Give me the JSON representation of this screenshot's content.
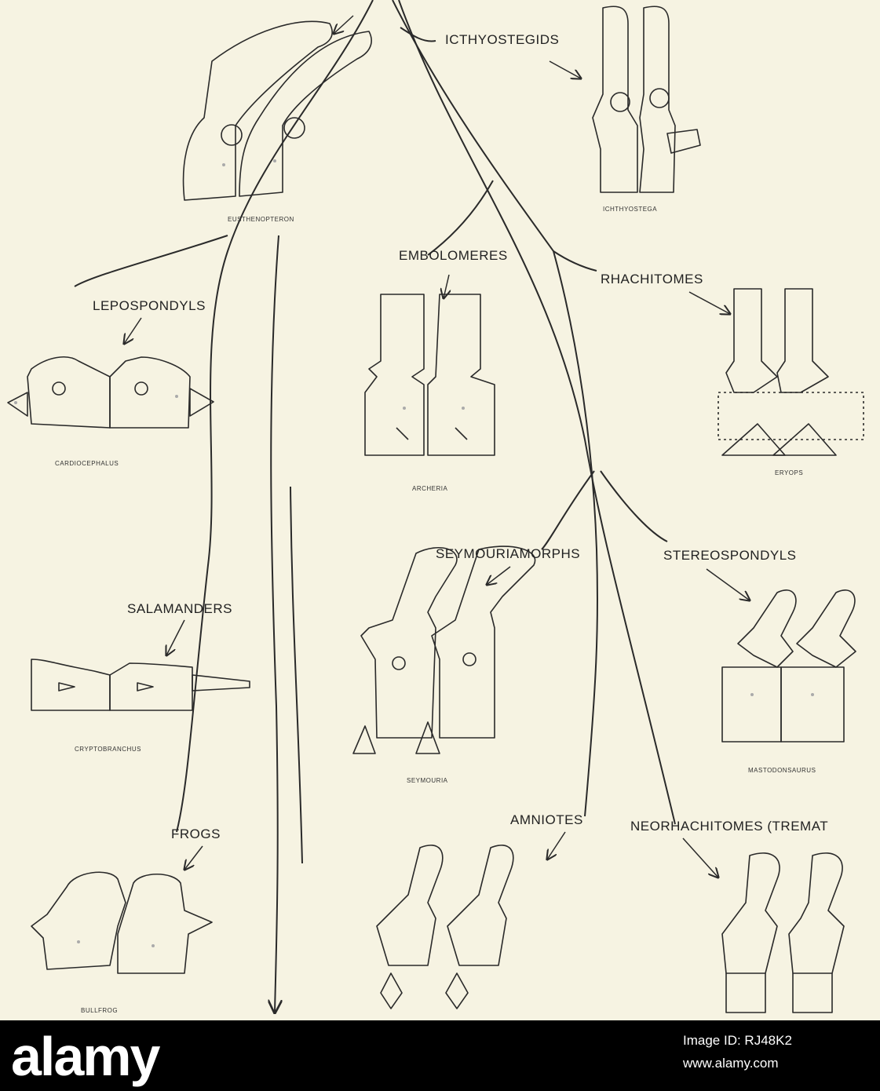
{
  "groups": {
    "icthyostegids": "ICTHYOSTEGIDS",
    "embolomeres": "EMBOLOMERES",
    "rhachitomes": "RHACHITOMES",
    "lepospondyls": "LEPOSPONDYLS",
    "seymouriamorphs": "SEYMOURIAMORPHS",
    "stereospondyls": "STEREOSPONDYLS",
    "salamanders": "SALAMANDERS",
    "amniotes": "AMNIOTES",
    "neorhachitomes": "NEORHACHITOMES (TREMAT",
    "frogs": "FROGS"
  },
  "genera": {
    "eusthenopteron": "EUSTHENOPTERON",
    "ichthyostega": "ICHTHYOSTEGA",
    "cardiocephalus": "CARDIOCEPHALUS",
    "archeria": "ARCHERIA",
    "eryops": "ERYOPS",
    "cryptobranchus": "CRYPTOBRANCHUS",
    "seymouria": "SEYMOURIA",
    "mastodonsaurus": "MASTODONSAURUS",
    "bullfrog": "BULLFROG"
  },
  "watermark": {
    "logo": "alamy",
    "image_id": "Image ID: RJ48K2",
    "site": "www.alamy.com"
  },
  "colors": {
    "background": "#f6f3e2",
    "ink": "#2a2a2a",
    "footer": "#000000"
  }
}
